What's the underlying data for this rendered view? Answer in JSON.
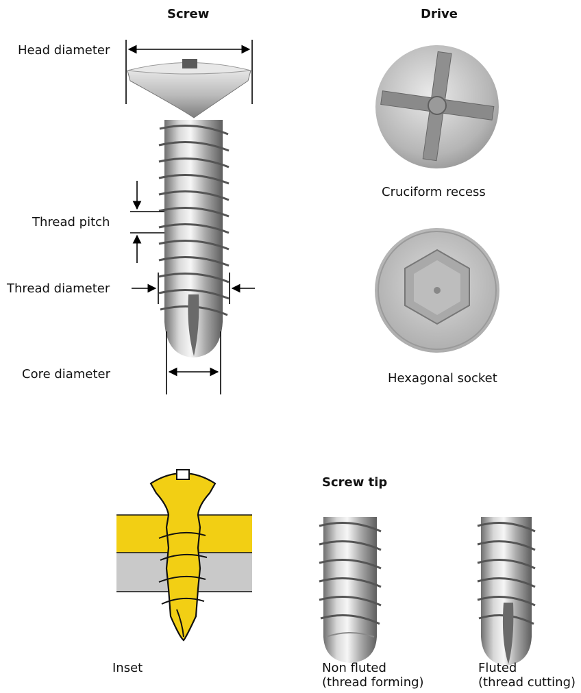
{
  "headings": {
    "screw": "Screw",
    "drive": "Drive",
    "screw_tip": "Screw tip"
  },
  "screw_labels": {
    "head_diameter": "Head diameter",
    "thread_pitch": "Thread pitch",
    "thread_diameter": "Thread diameter",
    "core_diameter": "Core diameter"
  },
  "drive_labels": {
    "cruciform": "Cruciform recess",
    "hexagonal": "Hexagonal socket"
  },
  "bottom_labels": {
    "inset": "Inset",
    "non_fluted_line1": "Non fluted",
    "non_fluted_line2": "(thread forming)",
    "fluted_line1": "Fluted",
    "fluted_line2": "(thread cutting)"
  },
  "colors": {
    "inset_yellow": "#f2cf14",
    "inset_gray": "#c9c9c9",
    "metal_light": "#eeeeee",
    "metal_dark": "#7a7a7a"
  }
}
